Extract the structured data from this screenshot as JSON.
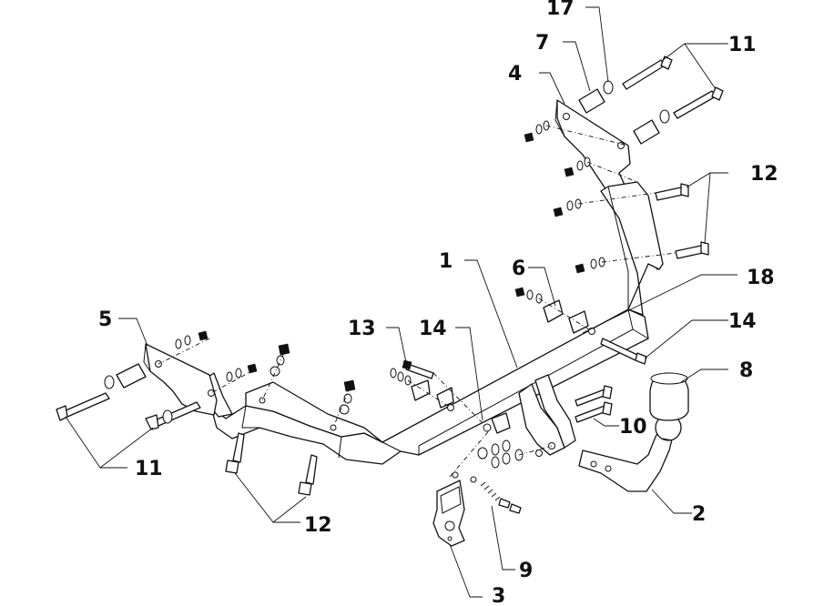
{
  "callouts": [
    {
      "id": "1",
      "text": "1"
    },
    {
      "id": "2",
      "text": "2"
    },
    {
      "id": "3",
      "text": "3"
    },
    {
      "id": "4",
      "text": "4"
    },
    {
      "id": "5",
      "text": "5"
    },
    {
      "id": "6",
      "text": "6"
    },
    {
      "id": "7",
      "text": "7"
    },
    {
      "id": "8",
      "text": "8"
    },
    {
      "id": "9",
      "text": "9"
    },
    {
      "id": "10",
      "text": "10"
    },
    {
      "id": "11a",
      "text": "11"
    },
    {
      "id": "11b",
      "text": "11"
    },
    {
      "id": "12a",
      "text": "12"
    },
    {
      "id": "12b",
      "text": "12"
    },
    {
      "id": "13",
      "text": "13"
    },
    {
      "id": "14a",
      "text": "14"
    },
    {
      "id": "14b",
      "text": "14"
    },
    {
      "id": "17",
      "text": "17"
    },
    {
      "id": "18",
      "text": "18"
    }
  ]
}
